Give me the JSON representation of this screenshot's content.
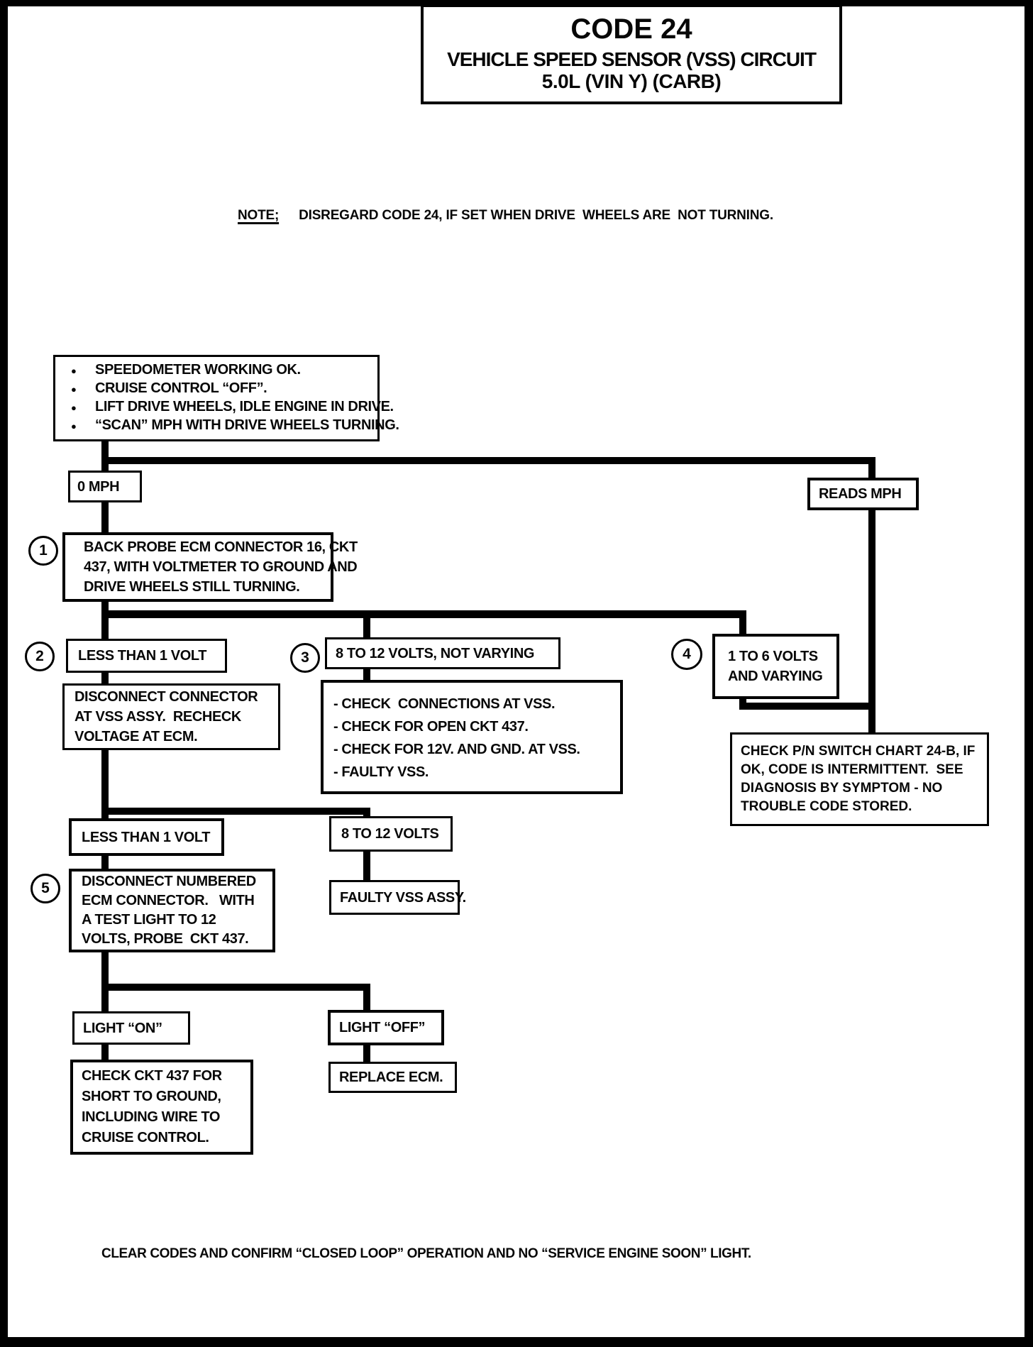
{
  "colors": {
    "ink": "#070707",
    "paper": "#ffffff"
  },
  "header": {
    "code": "CODE 24",
    "title": "VEHICLE SPEED SENSOR (VSS) CIRCUIT",
    "subtitle": "5.0L  (VIN Y)  (CARB)"
  },
  "note": {
    "label": "NOTE;",
    "text": "DISREGARD CODE 24, IF SET WHEN DRIVE  WHEELS ARE  NOT TURNING."
  },
  "prep": {
    "bullet_glyph": "●",
    "items": [
      "SPEEDOMETER WORKING OK.",
      "CRUISE CONTROL “OFF”.",
      "LIFT DRIVE WHEELS, IDLE ENGINE IN DRIVE.",
      "“SCAN” MPH WITH DRIVE WHEELS TURNING."
    ]
  },
  "steps": [
    "1",
    "2",
    "3",
    "4",
    "5"
  ],
  "nodes": {
    "zero_mph": "0 MPH",
    "reads_mph": "READS MPH",
    "back_probe": {
      "lines": [
        "BACK PROBE ECM CONNECTOR 16, CKT",
        "437, WITH VOLTMETER TO GROUND AND",
        "DRIVE WHEELS STILL TURNING."
      ]
    },
    "less_than_1_volt_a": "LESS THAN 1 VOLT",
    "eight_to_12_not_varying": "8 TO 12 VOLTS, NOT VARYING",
    "one_to_6_volts": {
      "lines": [
        "1 TO 6 VOLTS",
        "AND VARYING"
      ]
    },
    "disconnect_vss": {
      "lines": [
        "DISCONNECT CONNECTOR",
        "AT VSS ASSY.  RECHECK",
        "VOLTAGE AT ECM."
      ]
    },
    "vss_checklist": {
      "lines": [
        "- CHECK  CONNECTIONS AT VSS.",
        "- CHECK FOR OPEN CKT 437.",
        "- CHECK FOR 12V. AND GND. AT VSS.",
        "- FAULTY VSS."
      ]
    },
    "check_pn_switch": {
      "lines": [
        "CHECK P/N SWITCH CHART 24-B, IF",
        "OK, CODE IS INTERMITTENT.  SEE",
        "DIAGNOSIS BY SYMPTOM - NO",
        "TROUBLE CODE STORED."
      ]
    },
    "less_than_1_volt_b": "LESS THAN 1 VOLT",
    "eight_to_12_volts": "8 TO 12 VOLTS",
    "faulty_vss_assy": "FAULTY VSS ASSY.",
    "disconnect_ecm": {
      "lines": [
        "DISCONNECT NUMBERED",
        "ECM CONNECTOR.   WITH",
        "A TEST LIGHT TO 12",
        "VOLTS, PROBE  CKT 437."
      ]
    },
    "light_on": "LIGHT “ON”",
    "light_off": "LIGHT “OFF”",
    "check_ckt_437": {
      "lines": [
        "CHECK CKT 437 FOR",
        "SHORT TO GROUND,",
        "INCLUDING WIRE TO",
        "CRUISE CONTROL."
      ]
    },
    "replace_ecm": "REPLACE ECM."
  },
  "footer": "CLEAR CODES AND CONFIRM “CLOSED LOOP” OPERATION AND NO “SERVICE ENGINE SOON” LIGHT."
}
